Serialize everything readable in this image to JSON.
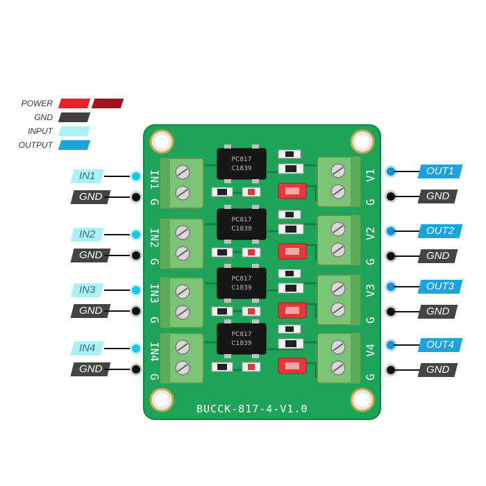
{
  "legend": [
    {
      "label": "POWER",
      "colors": [
        "#e8202a",
        "#a4121c"
      ]
    },
    {
      "label": "GND",
      "colors": [
        "#404040"
      ]
    },
    {
      "label": "INPUT",
      "colors": [
        "#aef1f4"
      ]
    },
    {
      "label": "OUTPUT",
      "colors": [
        "#1aa3dd"
      ]
    }
  ],
  "inputs": [
    {
      "signal": "IN1",
      "gnd": "GND",
      "silk": "IN1",
      "silk_g": "G"
    },
    {
      "signal": "IN2",
      "gnd": "GND",
      "silk": "IN2",
      "silk_g": "G"
    },
    {
      "signal": "IN3",
      "gnd": "GND",
      "silk": "IN3",
      "silk_g": "G"
    },
    {
      "signal": "IN4",
      "gnd": "GND",
      "silk": "IN4",
      "silk_g": "G"
    }
  ],
  "outputs": [
    {
      "signal": "OUT1",
      "gnd": "GND",
      "silk": "V1",
      "silk_g": "G"
    },
    {
      "signal": "OUT2",
      "gnd": "GND",
      "silk": "V2",
      "silk_g": "G"
    },
    {
      "signal": "OUT3",
      "gnd": "GND",
      "silk": "V3",
      "silk_g": "G"
    },
    {
      "signal": "OUT4",
      "gnd": "GND",
      "silk": "V4",
      "silk_g": "G"
    }
  ],
  "chips": [
    {
      "line1": "PC817",
      "line2": "C1839"
    },
    {
      "line1": "PC817",
      "line2": "C1839"
    },
    {
      "line1": "PC817",
      "line2": "C1839"
    },
    {
      "line1": "PC817",
      "line2": "C1839"
    }
  ],
  "board": {
    "name": "BUCCK-817-4-V1.0",
    "pcb_color": "#1fa35a",
    "trace_color": "#0d7a3c"
  }
}
